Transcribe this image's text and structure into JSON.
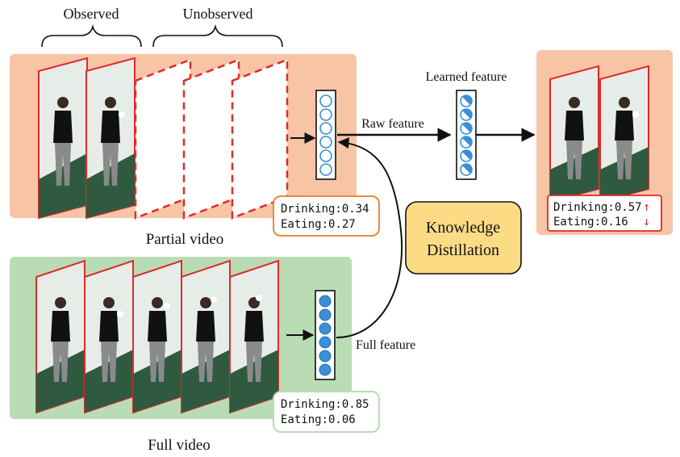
{
  "labels": {
    "observed": "Observed",
    "unobserved": "Unobserved",
    "partial_video": "Partial video",
    "full_video": "Full video",
    "raw_feature": "Raw feature",
    "learned_feature": "Learned feature",
    "full_feature": "Full feature",
    "kd_line1": "Knowledge",
    "kd_line2": "Distillation"
  },
  "scores": {
    "partial": {
      "drinking": "Drinking:0.34",
      "eating": "Eating:0.27"
    },
    "learned": {
      "drinking": "Drinking:0.57",
      "drinking_trend": "↑",
      "eating": "Eating:0.16",
      "eating_trend": "↓"
    },
    "full": {
      "drinking": "Drinking:0.85",
      "eating": "Eating:0.06"
    }
  },
  "colors": {
    "partial_panel": "#f7c4a6",
    "full_panel": "#b9dcb4",
    "frame_border": "#e02a2a",
    "kd_box_fill": "#fbdc85",
    "partial_score_border": "#e88a3c",
    "full_score_border": "#b9dcb4",
    "learned_score_border": "#e02a2a",
    "node_fill": "#3a8fd6",
    "trend_arrow": "#e02a2a"
  }
}
